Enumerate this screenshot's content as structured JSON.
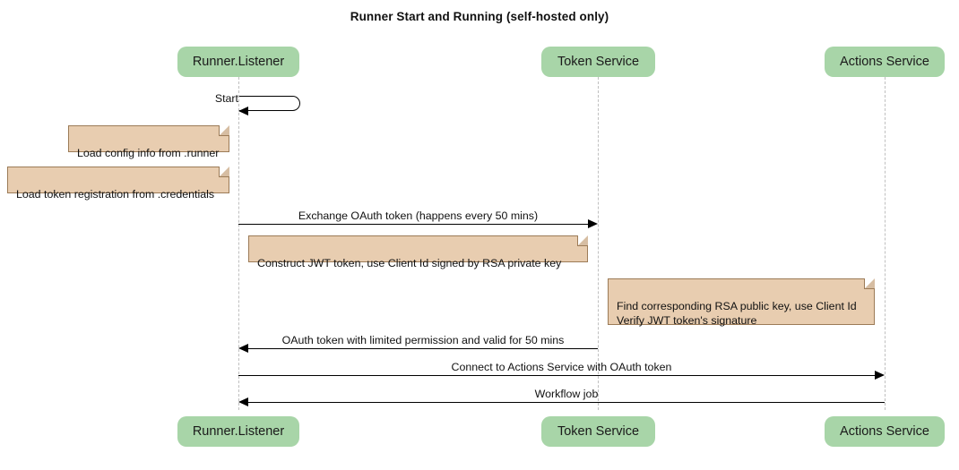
{
  "title": "Runner Start and Running (self-hosted only)",
  "theme": {
    "participant_fill": "#a8d5a8",
    "note_fill": "#e8cdb0",
    "note_border": "#9c7b57",
    "lifeline_color": "#bfbfbf",
    "line_color": "#000000",
    "background": "#ffffff"
  },
  "participants": [
    {
      "id": "runner",
      "label": "Runner.Listener"
    },
    {
      "id": "token",
      "label": "Token Service"
    },
    {
      "id": "actions",
      "label": "Actions Service"
    }
  ],
  "participants_bottom": [
    {
      "id": "runner",
      "label": "Runner.Listener"
    },
    {
      "id": "token",
      "label": "Token Service"
    },
    {
      "id": "actions",
      "label": "Actions Service"
    }
  ],
  "messages": [
    {
      "id": "start",
      "label": "Start",
      "type": "self",
      "from": "runner",
      "to": "runner"
    },
    {
      "id": "exchange-oauth-token",
      "label": "Exchange OAuth token (happens every 50 mins)",
      "type": "sync",
      "direction": "right",
      "from": "runner",
      "to": "token"
    },
    {
      "id": "oauth-token-reply",
      "label": "OAuth token with limited permission and valid for 50 mins",
      "type": "sync",
      "direction": "left",
      "from": "token",
      "to": "runner"
    },
    {
      "id": "connect-to-actions-service",
      "label": "Connect to Actions Service with OAuth token",
      "type": "sync",
      "direction": "right",
      "from": "runner",
      "to": "actions"
    },
    {
      "id": "workflow-job",
      "label": "Workflow job",
      "type": "sync",
      "direction": "left",
      "from": "actions",
      "to": "runner"
    }
  ],
  "notes": [
    {
      "id": "load-config-info",
      "text": "Load config info from .runner",
      "attached_to": "runner"
    },
    {
      "id": "load-token-registration",
      "text": "Load token registration from .credentials",
      "attached_to": "runner"
    },
    {
      "id": "construct-jwt-token",
      "text": "Construct JWT token, use Client Id signed by RSA private key",
      "attached_to": "runner"
    },
    {
      "id": "verify-jwt-token",
      "text": "Find corresponding RSA public key, use Client Id\nVerify JWT token's signature",
      "attached_to": "token"
    }
  ]
}
